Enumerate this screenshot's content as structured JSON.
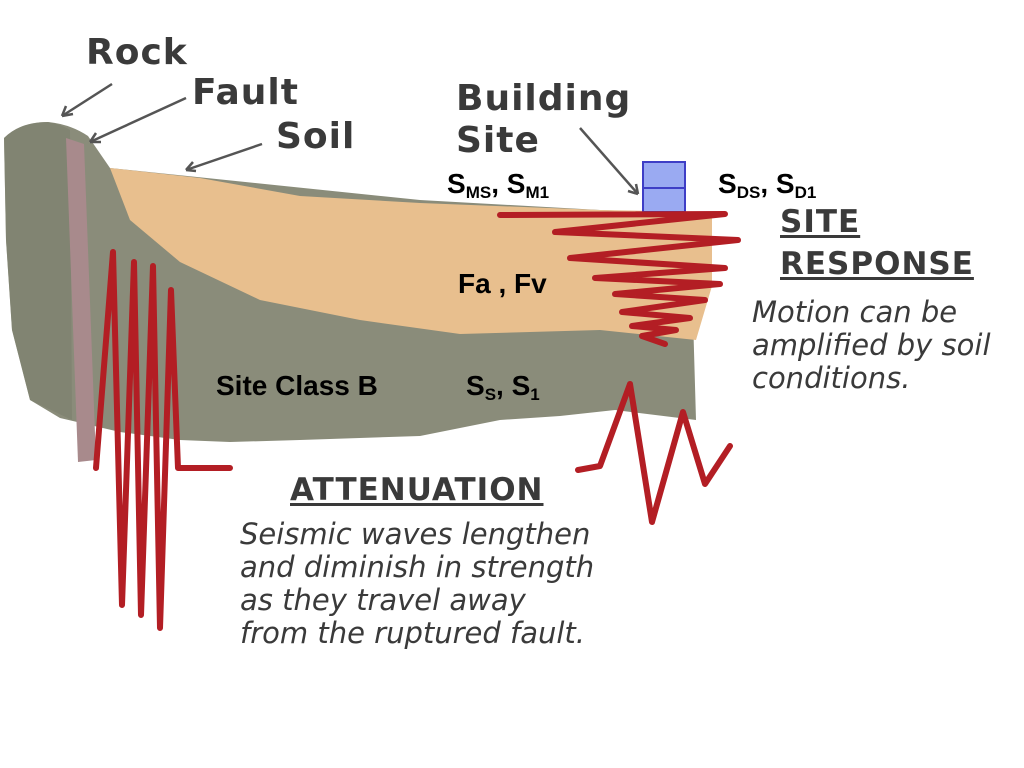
{
  "labels": {
    "rock": "Rock",
    "fault": "Fault",
    "soil": "Soil",
    "building_line1": "Building",
    "building_line2": "Site"
  },
  "site_response": {
    "heading_line1": "SITE",
    "heading_line2": "RESPONSE",
    "text": "Motion can be\namplified by soil\nconditions."
  },
  "attenuation": {
    "heading": "ATTENUATION",
    "text": "Seismic waves lengthen\nand diminish in strength\nas they travel away\nfrom the ruptured fault."
  },
  "params": {
    "sms_main1": "S",
    "sms_sub1": "MS",
    "sms_sep": ", ",
    "sms_main2": "S",
    "sms_sub2": "M1",
    "sds_main1": "S",
    "sds_sub1": "DS",
    "sds_sep": ", ",
    "sds_main2": "S",
    "sds_sub2": "D1",
    "fa_fv": "Fa , Fv",
    "site_class": "Site Class B",
    "ss_main1": "S",
    "ss_sub1": "S",
    "ss_sep": ", ",
    "ss_main2": "S",
    "ss_sub2": "1"
  },
  "colors": {
    "rock": "#8a8c7a",
    "soil": "#e8bf8e",
    "fault": "#a88a8c",
    "wave": "#b31e24",
    "building": "#9aaaf2"
  }
}
